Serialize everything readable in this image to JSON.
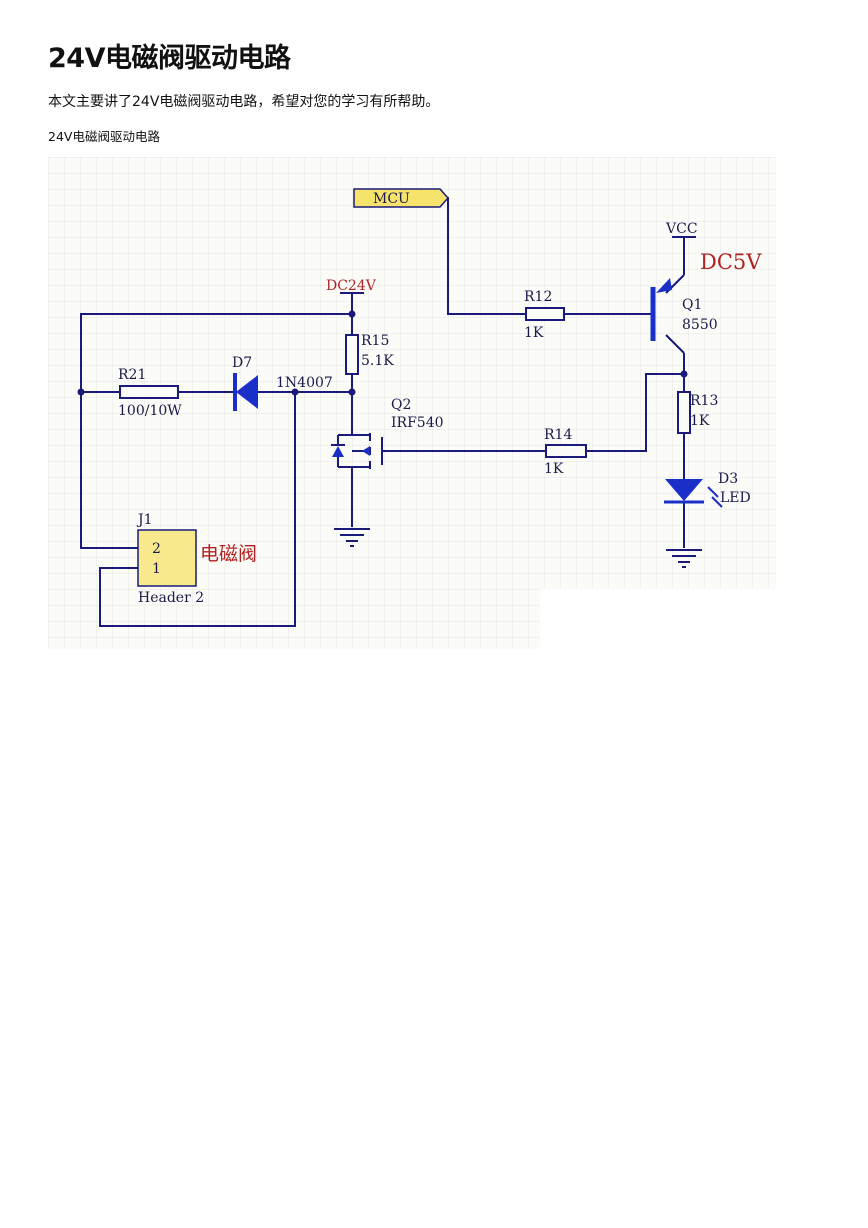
{
  "article": {
    "title": "24V电磁阀驱动电路",
    "intro": "本文主要讲了24V电磁阀驱动电路，希望对您的学习有所帮助。",
    "caption": "24V电磁阀驱动电路"
  },
  "schematic": {
    "labels": {
      "mcu": "MCU",
      "vcc": "VCC",
      "dc5v": "DC5V",
      "dc24v": "DC24V",
      "r12_ref": "R12",
      "r12_val": "1K",
      "q1_ref": "Q1",
      "q1_val": "8550",
      "r15_ref": "R15",
      "r15_val": "5.1K",
      "r21_ref": "R21",
      "r21_val": "100/10W",
      "d7_ref": "D7",
      "d7_val": "1N4007",
      "q2_ref": "Q2",
      "q2_val": "IRF540",
      "r14_ref": "R14",
      "r14_val": "1K",
      "r13_ref": "R13",
      "r13_val": "1K",
      "d3_ref": "D3",
      "d3_val": "LED",
      "j1_ref": "J1",
      "j1_pin2": "2",
      "j1_pin1": "1",
      "j1_val": "Header 2",
      "valve": "电磁阀"
    },
    "colors": {
      "wire": "#1a1a7a",
      "component": "#1a1a7a",
      "diode_fill": "#1a2fc8",
      "note_red": "#b22222",
      "mcu_port": "#f5e36b",
      "header_fill": "#f7e98c",
      "grid": "#e6e6e6",
      "background": "#fbfbf8"
    }
  }
}
